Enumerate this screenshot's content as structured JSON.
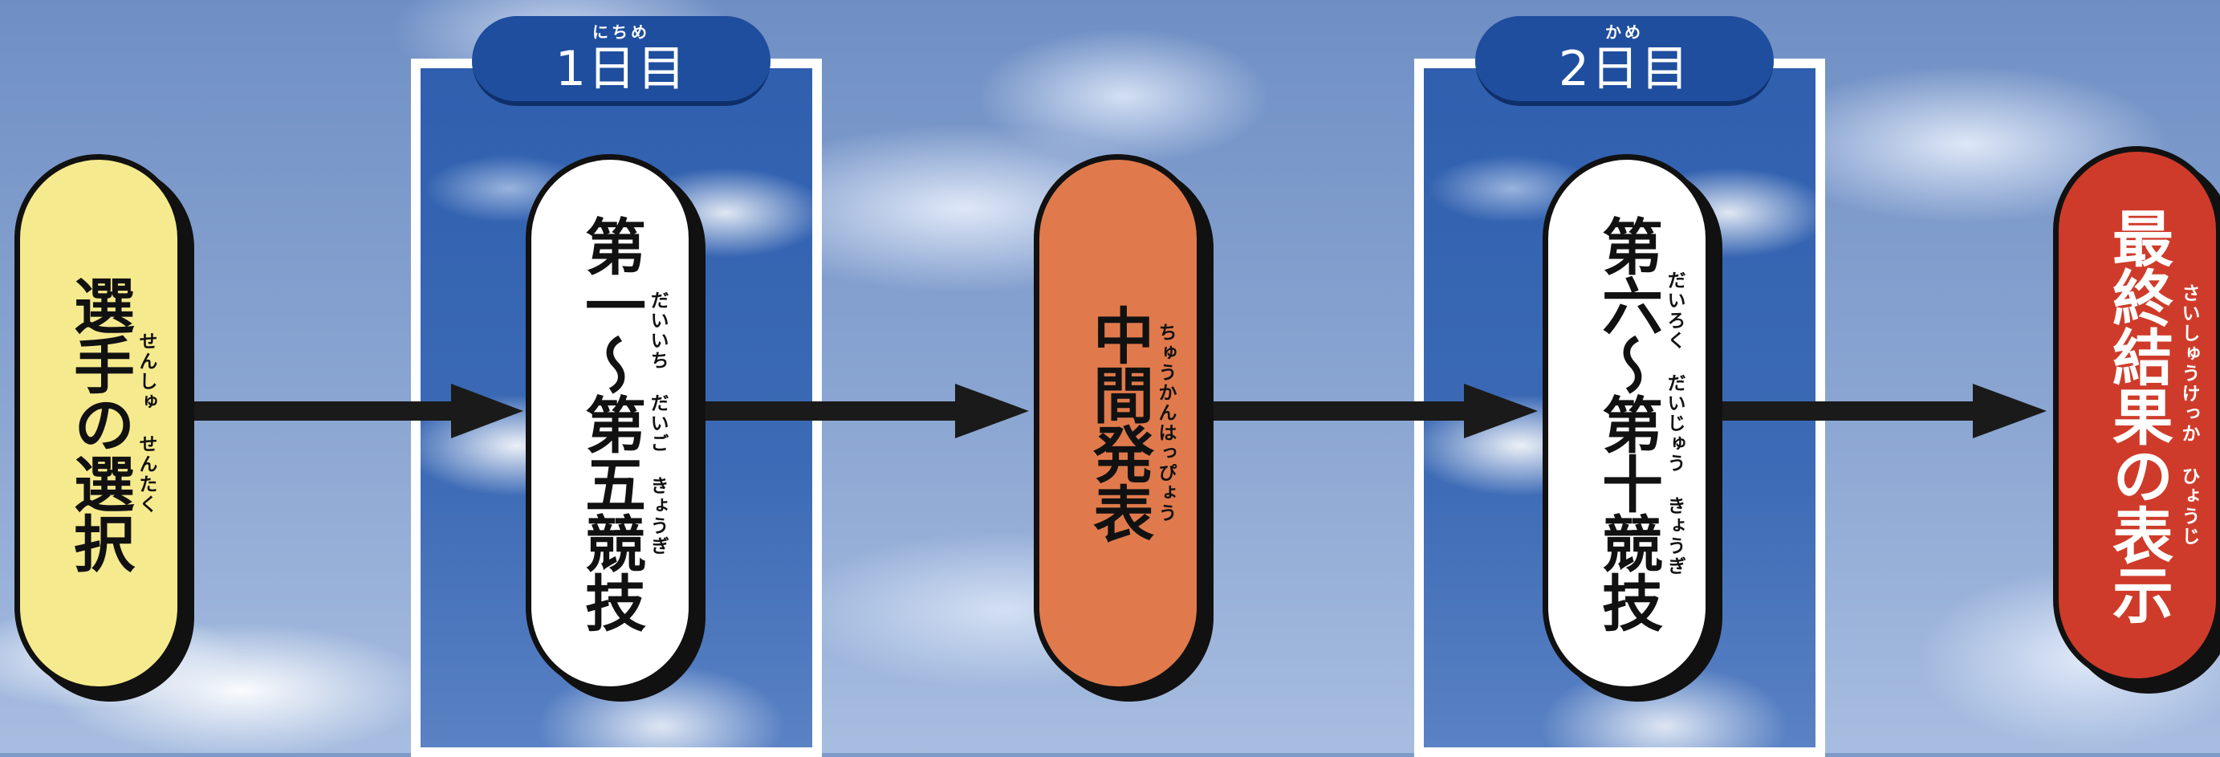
{
  "days": [
    {
      "ruby": "にちめ",
      "label": "1日目"
    },
    {
      "ruby": "かめ",
      "label": "2日目"
    }
  ],
  "steps": [
    {
      "label": "選手の選択",
      "ruby": "せんしゅ せんたく",
      "color": "#f6ea8e"
    },
    {
      "label": "第一〜第五競技",
      "ruby": "だいいち だいご きょうぎ",
      "color": "#ffffff"
    },
    {
      "label": "中間発表",
      "ruby": "ちゅうかんはっぴょう",
      "color": "#e07a4c"
    },
    {
      "label": "第六〜第十競技",
      "ruby": "だいろく だいじゅう きょうぎ",
      "color": "#ffffff"
    },
    {
      "label": "最終結果の表示",
      "ruby": "さいしゅうけっか ひょうじ",
      "color": "#cf3b2a"
    }
  ],
  "colors": {
    "day_badge": "#1f4e9e",
    "arrow": "#1a1a1a",
    "outline": "#111111"
  }
}
